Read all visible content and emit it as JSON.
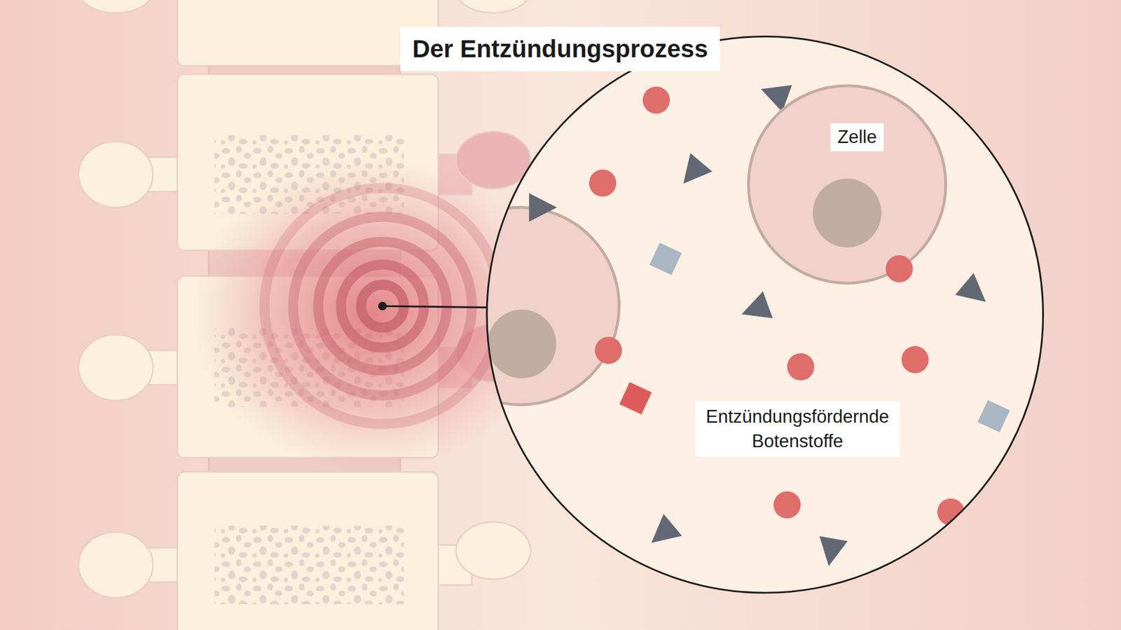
{
  "diagram": {
    "title": "Der Entzündungsprozess",
    "nodes": [
      {
        "text": [
          "Zelle"
        ]
      }
    ],
    "labels": [
      "Entzündungsfördernde Botenstoffe"
    ]
  }
}
